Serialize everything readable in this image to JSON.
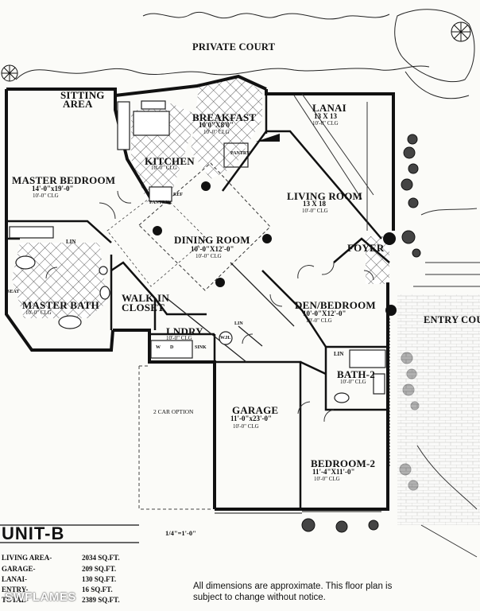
{
  "court": "PRIVATE COURT",
  "entry_court": "ENTRY COU",
  "rooms": {
    "sitting_area": [
      "SITTING",
      "AREA"
    ],
    "breakfast": {
      "name": "BREAKFAST",
      "dim": "10'0\"X8'0\"",
      "clg": "10'-0\" CLG"
    },
    "lanai": {
      "name": "LANAI",
      "dim": "13 X 13",
      "clg": "10'-0\" CLG"
    },
    "master_bedroom": {
      "name": "MASTER BEDROOM",
      "dim": "14'-0\"x19'-0\"",
      "clg": "10'-0\" CLG"
    },
    "kitchen": {
      "name": "KITCHEN",
      "clg": "10'-0\" CLG"
    },
    "living_room": {
      "name": "LIVING ROOM",
      "dim": "13 X 18",
      "clg": "10'-0\" CLG"
    },
    "dining_room": {
      "name": "DINING ROOM",
      "dim": "10'-0\"X12'-0\"",
      "clg": "10'-0\" CLG"
    },
    "foyer": "FOYER",
    "master_bath": {
      "name": "MASTER BATH",
      "clg": "10'-0\" CLG"
    },
    "walk_in_closet": [
      "WALK-IN",
      "CLOSET"
    ],
    "den_bedroom": {
      "name": "DEN/BEDROOM",
      "dim": "10'-0\"X12'-0\"",
      "clg": "10'-0\" CLG"
    },
    "lndry": {
      "name": "LNDRY",
      "clg": "10'-0\" CLG"
    },
    "bath2": {
      "name": "BATH-2",
      "clg": "10'-0\" CLG"
    },
    "garage": {
      "name": "GARAGE",
      "dim": "11'-0\"x23'-0\"",
      "clg": "10'-0\" CLG"
    },
    "two_car": "2 CAR OPTION",
    "bedroom2": {
      "name": "BEDROOM-2",
      "dim": "11'-4\"X11'-0\"",
      "clg": "10'-0\" CLG"
    }
  },
  "fixtures": {
    "pantry": "PANTRY",
    "pantry2": "PANTRY",
    "ref": "REF",
    "lin": "LIN",
    "lin2": "LIN",
    "lin3": "LIN",
    "seat": "SEAT",
    "wh": "W.H.",
    "w": "W",
    "d": "D",
    "sink": "SINK"
  },
  "unit_name": "UNIT-B",
  "scale": "1/4\"=1'-0\"",
  "areas": [
    {
      "label": "LIVING AREA-",
      "value": "2034 SQ.FT."
    },
    {
      "label": "GARAGE-",
      "value": "209 SQ.FT."
    },
    {
      "label": "LANAI-",
      "value": "130 SQ.FT."
    },
    {
      "label": "ENTRY-",
      "value": "16 SQ.FT."
    },
    {
      "label": "TOTAL-",
      "value": "2389 SQ.FT."
    }
  ],
  "disclaimer": "All dimensions are approximate.  This floor plan is subject to change without notice.",
  "watermark": "SWFLAMES"
}
